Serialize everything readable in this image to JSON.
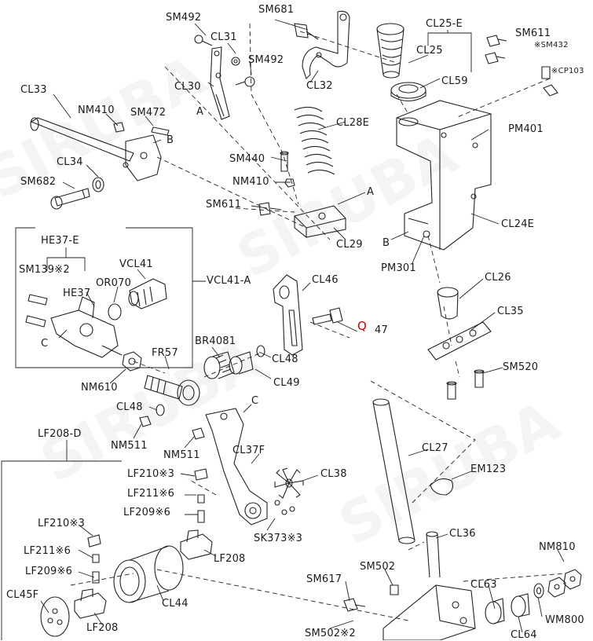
{
  "watermark": "SIRUBA",
  "labels": {
    "SM492_a": "SM492",
    "SM681": "SM681",
    "CL25E": "CL25-E",
    "SM611_a": "SM611",
    "CL31": "CL31",
    "SM492_b": "SM492",
    "CL25": "CL25",
    "SM432": "※SM432",
    "CP103": "※CP103",
    "CL30": "CL30",
    "CL32": "CL32",
    "CL59": "CL59",
    "A_a": "A",
    "CL33": "CL33",
    "NM410_a": "NM410",
    "SM472": "SM472",
    "B_a": "B",
    "CL28E": "CL28E",
    "PM401": "PM401",
    "CL34": "CL34",
    "SM440": "SM440",
    "SM682": "SM682",
    "NM410_b": "NM410",
    "A_b": "A",
    "SM611_b": "SM611",
    "CL24E": "CL24E",
    "HE37E": "HE37-E",
    "CL29": "CL29",
    "B_b": "B",
    "SM139": "SM139※2",
    "VCL41": "VCL41",
    "PM301": "PM301",
    "OR070": "OR070",
    "VCL41A": "VCL41-A",
    "CL46": "CL46",
    "HE37": "HE37",
    "CL26": "CL26",
    "CL35": "CL35",
    "Q47_q": "Q",
    "Q47_n": "47",
    "C_a": "C",
    "BR4081": "BR4081",
    "FR57": "FR57",
    "CL48_a": "CL48",
    "NM610": "NM610",
    "CL49": "CL49",
    "SM520": "SM520",
    "C_b": "C",
    "CL48_b": "CL48",
    "NM511_a": "NM511",
    "NM511_b": "NM511",
    "CL37F": "CL37F",
    "LF208D": "LF208-D",
    "CL27": "CL27",
    "LF210_a": "LF210※3",
    "CL38": "CL38",
    "EM123": "EM123",
    "LF211_a": "LF211※6",
    "LF209_a": "LF209※6",
    "LF210_b": "LF210※3",
    "CL36": "CL36",
    "SK373": "SK373※3",
    "LF208_a": "LF208",
    "NM810": "NM810",
    "LF211_b": "LF211※6",
    "SM502": "SM502",
    "LF209_b": "LF209※6",
    "SM617": "SM617",
    "CL63": "CL63",
    "CL45F": "CL45F",
    "CL44": "CL44",
    "WM800": "WM800",
    "LF208_b": "LF208",
    "CL64": "CL64",
    "SM502_2": "SM502※2"
  }
}
